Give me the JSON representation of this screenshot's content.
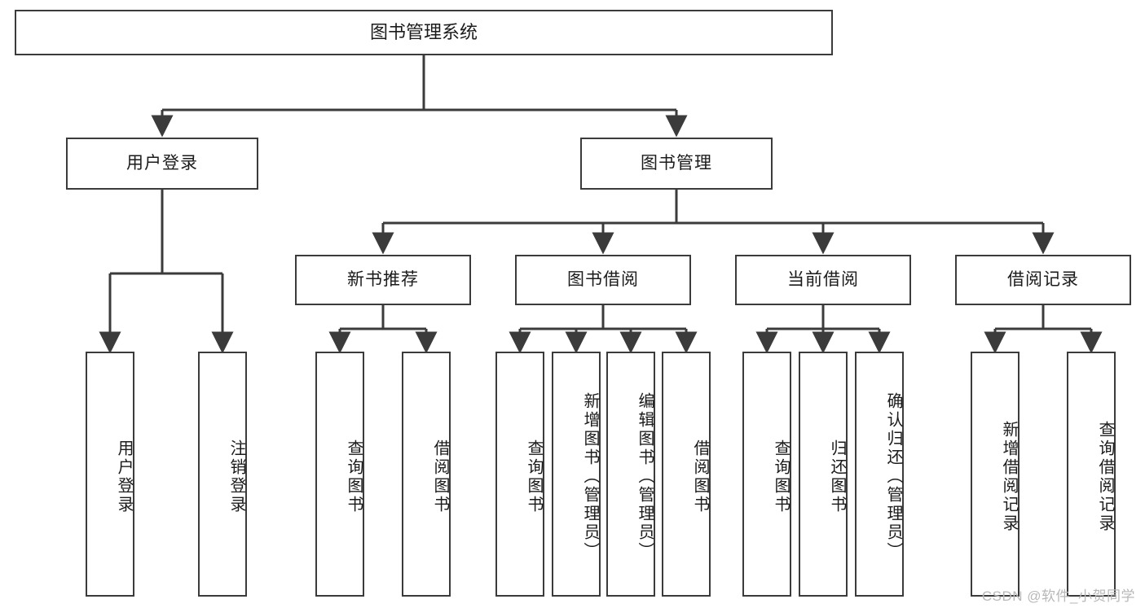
{
  "diagram": {
    "type": "tree",
    "title": "图书管理系统",
    "style": {
      "box_border": "#3b3b3b",
      "box_fill": "#ffffff",
      "line": "#3b3b3b",
      "text": "#1b1b1b",
      "background": "#ffffff",
      "watermark_color": "#b8b8b8"
    },
    "nodes": {
      "root": {
        "label": "图书管理系统"
      },
      "level2": [
        {
          "label": "用户登录"
        },
        {
          "label": "图书管理"
        }
      ],
      "level3": [
        {
          "label": "新书推荐"
        },
        {
          "label": "图书借阅"
        },
        {
          "label": "当前借阅"
        },
        {
          "label": "借阅记录"
        }
      ],
      "leaves": {
        "user_login": [
          {
            "label": "用户登录"
          },
          {
            "label": "注销登录"
          }
        ],
        "new_book": [
          {
            "label": "查询图书"
          },
          {
            "label": "借阅图书"
          }
        ],
        "book_borrow": [
          {
            "label": "查询图书"
          },
          {
            "label": "新增图书（管理员）"
          },
          {
            "label": "编辑图书（管理员）"
          },
          {
            "label": "借阅图书"
          }
        ],
        "current_borrow": [
          {
            "label": "查询图书"
          },
          {
            "label": "归还图书"
          },
          {
            "label": "确认归还（管理员）"
          }
        ],
        "borrow_record": [
          {
            "label": "新增借阅记录"
          },
          {
            "label": "查询借阅记录"
          }
        ]
      }
    },
    "watermark": "CSDN @软件_小贺同学"
  }
}
